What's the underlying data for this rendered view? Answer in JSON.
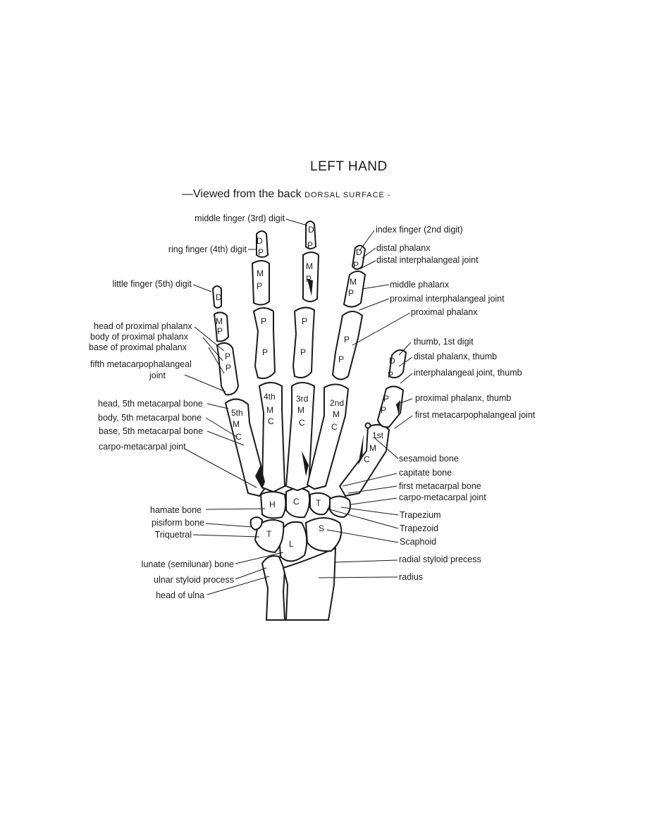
{
  "title": "LEFT HAND",
  "subtitle": {
    "main": "—Viewed from the back",
    "small": "DORSAL SURFACE -"
  },
  "labels_left": [
    "middle finger (3rd) digit",
    "ring finger (4th) digit",
    "little finger (5th) digit",
    "head of proximal phalanx",
    "body of proximal phalanx",
    "base of proximal phalanx",
    "fifth metacarpophalangeal",
    "joint",
    "head, 5th metacarpal bone",
    "body, 5th metacarpal bone",
    "base, 5th metacarpal bone",
    "carpo-metacarpal joint",
    "hamate bone",
    "pisiform bone",
    "Triquetral",
    "lunate (semilunar) bone",
    "ulnar styloid process",
    "head of ulna"
  ],
  "labels_right": [
    "index finger (2nd digit)",
    "distal phalanx",
    "distal interphalangeal joint",
    "middle phalanx",
    "proximal interphalangeal joint",
    "proximal phalanx",
    "thumb, 1st digit",
    "distal phalanx, thumb",
    "interphalangeal joint, thumb",
    "proximal phalanx, thumb",
    "first metacarpophalangeal joint",
    "sesamoid bone",
    "capitate bone",
    "first metacarpal bone",
    "carpo-metacarpal joint",
    "Trapezium",
    "Trapezoid",
    "Scaphoid",
    "radial styloid precess",
    "radius"
  ],
  "bone_letters": {
    "d": "D",
    "p": "P",
    "m": "M",
    "c": "C",
    "fifth": "5th",
    "fourth": "4th",
    "third": "3rd",
    "second": "2nd",
    "first": "1st",
    "hamate": "H",
    "capitate": "C",
    "trapezoid": "T",
    "triquetral": "T",
    "lunate": "L",
    "scaphoid": "S"
  }
}
